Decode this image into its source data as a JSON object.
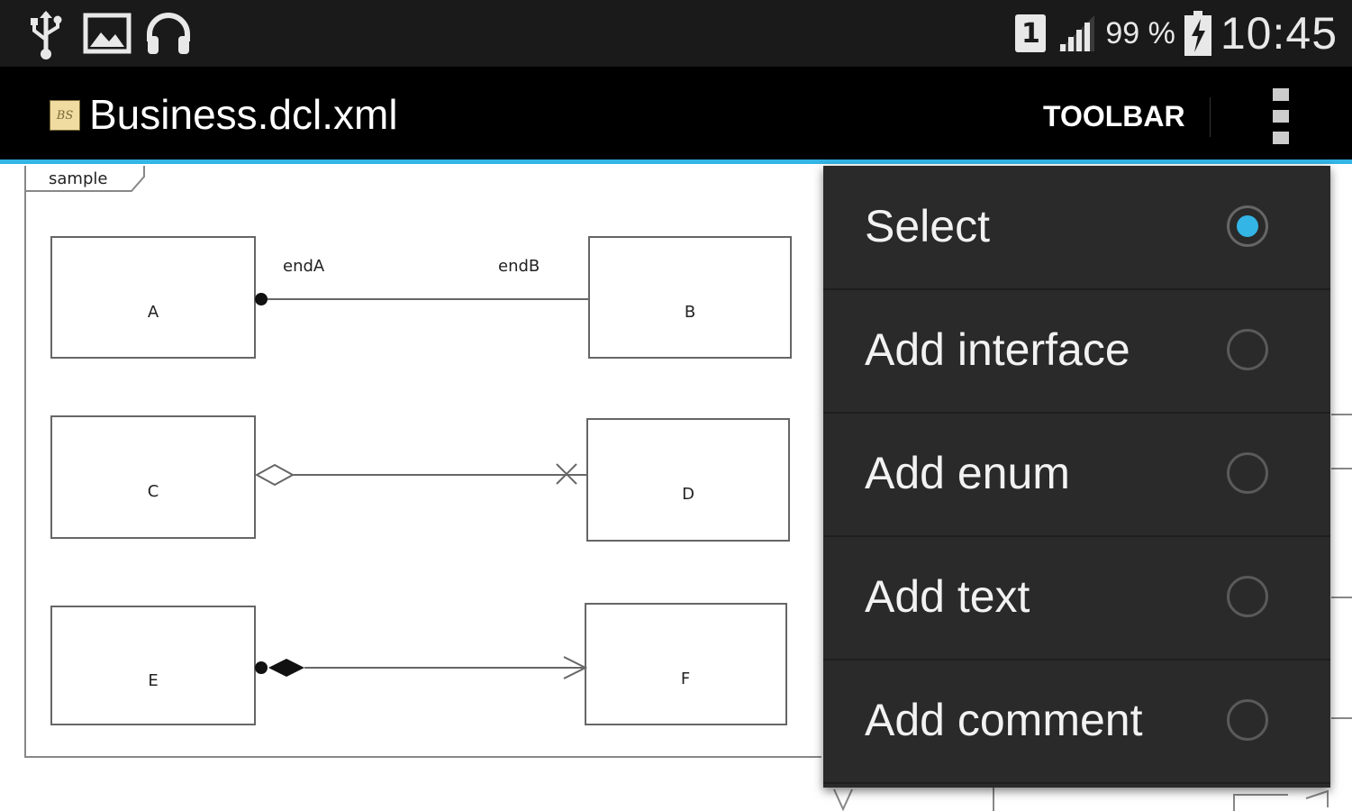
{
  "status_bar": {
    "battery_percent": "99 %",
    "time": "10:45",
    "sim_slot": "1",
    "icons": [
      "usb-icon",
      "image-icon",
      "headphones-icon",
      "sim-icon",
      "signal-icon",
      "battery-charging-icon"
    ]
  },
  "action_bar": {
    "title": "Business.dcl.xml",
    "app_icon_text": "BS",
    "toolbar_label": "TOOLBAR",
    "overflow_icon": "overflow-menu-icon"
  },
  "diagram": {
    "frame_label": "sample",
    "classes": [
      "A",
      "B",
      "C",
      "D",
      "E",
      "F"
    ],
    "association_ends": {
      "end_a": "endA",
      "end_b": "endB"
    }
  },
  "menu": {
    "items": [
      {
        "label": "Select",
        "checked": true
      },
      {
        "label": "Add interface",
        "checked": false
      },
      {
        "label": "Add enum",
        "checked": false
      },
      {
        "label": "Add text",
        "checked": false
      },
      {
        "label": "Add comment",
        "checked": false
      }
    ]
  },
  "colors": {
    "accent": "#33b5e5",
    "status_bar_bg": "#1a1a1a",
    "action_bar_bg": "#000000",
    "menu_bg": "#2a2a2a"
  }
}
